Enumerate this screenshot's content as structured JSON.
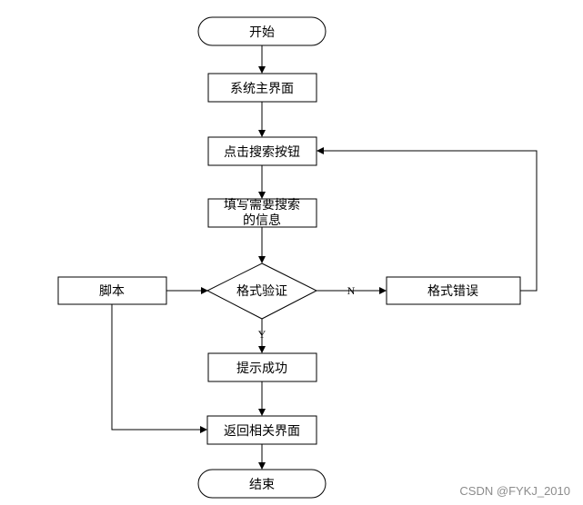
{
  "flowchart": {
    "start": "开始",
    "main_ui": "系统主界面",
    "click_search": "点击搜索按钮",
    "fill_info_line1": "填写需要搜索",
    "fill_info_line2": "的信息",
    "script": "脚本",
    "validate": "格式验证",
    "format_error": "格式错误",
    "success": "提示成功",
    "return_page": "返回相关界面",
    "end": "结束",
    "label_no": "N",
    "label_yes": "Y"
  },
  "watermark": "CSDN @FYKJ_2010"
}
